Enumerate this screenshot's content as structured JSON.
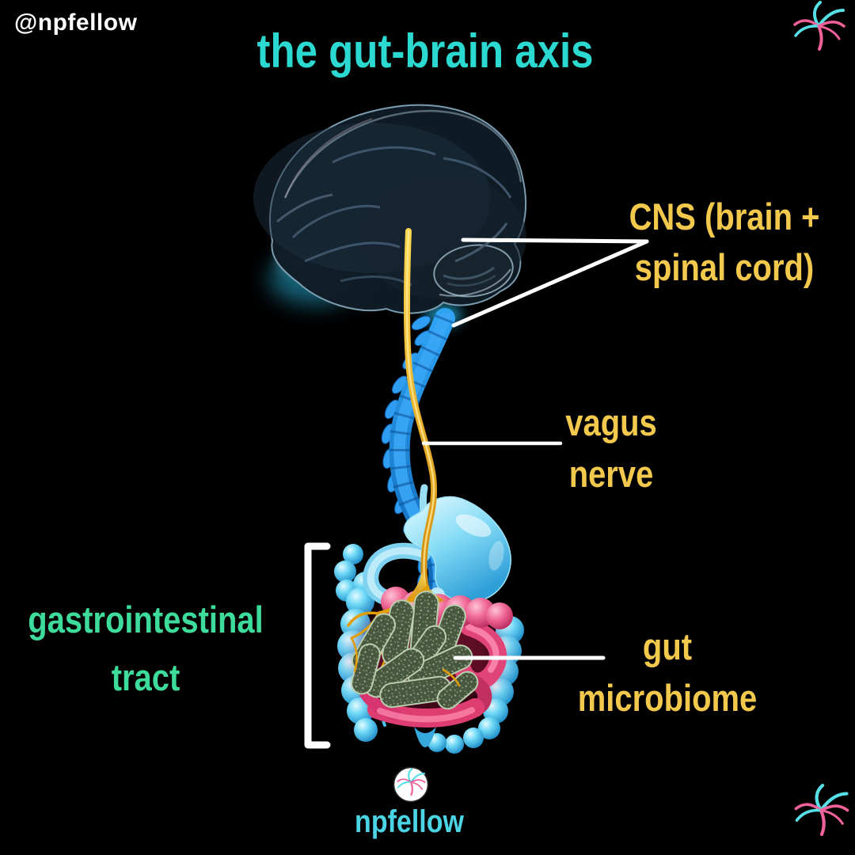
{
  "background_color": "#000000",
  "branding": {
    "handle": "@npfellow",
    "handle_color": "#ffffff",
    "footer_text": "npfellow",
    "footer_color": "#4ad4e4"
  },
  "title": {
    "text": "the gut-brain axis",
    "color": "#2bd9d0"
  },
  "annotations": {
    "cns": {
      "lines": [
        "CNS (brain +",
        "spinal cord)"
      ],
      "color": "#f3c94d"
    },
    "vagus_nerve": {
      "lines": [
        "vagus",
        "nerve"
      ],
      "color": "#f3c94d"
    },
    "gi_tract": {
      "lines": [
        "gastrointestinal",
        "tract"
      ],
      "color": "#3edc9b"
    },
    "gut_microbiome": {
      "lines": [
        "gut",
        "microbiome"
      ],
      "color": "#f3c94d"
    }
  },
  "icons": {
    "top_right": "palm-tree-icon",
    "bottom_right": "palm-tree-icon",
    "footer_badge": "palm-tree-circle-badge"
  },
  "illustration_parts": [
    "brain",
    "neuron",
    "spinal column",
    "vagus nerve",
    "stomach",
    "intestines",
    "gut bacteria"
  ]
}
